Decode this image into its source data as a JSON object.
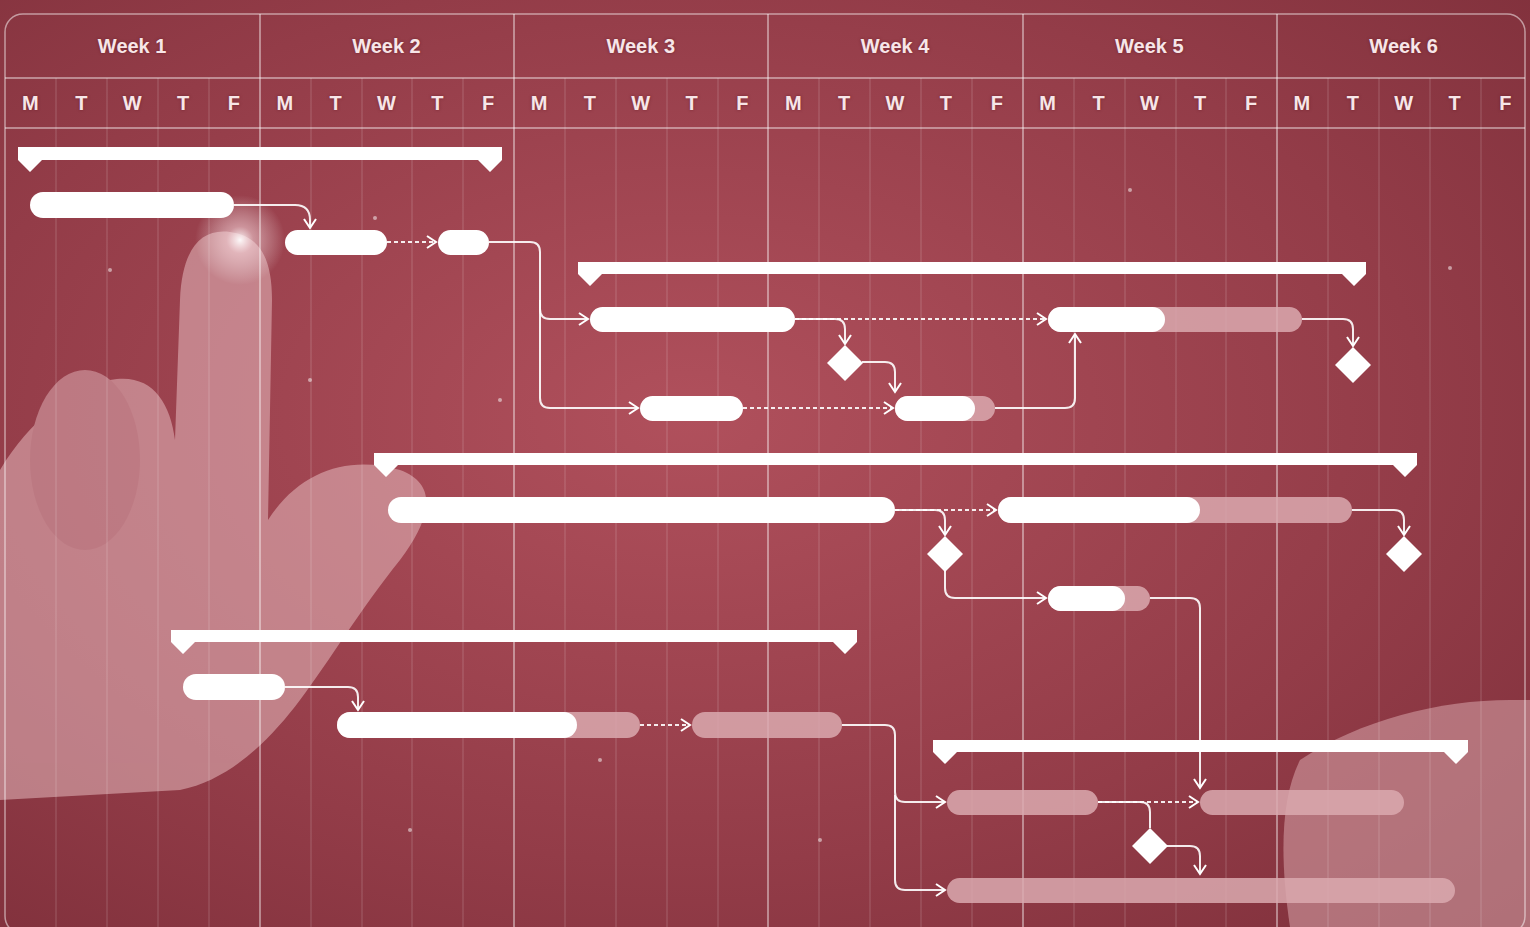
{
  "diagram": {
    "labels": [
      "Week 1",
      "Week 2",
      "Week 3",
      "Week 4",
      "Week 5",
      "Week 6",
      "M",
      "T",
      "W",
      "T",
      "F",
      "M",
      "T",
      "W",
      "T",
      "F",
      "M",
      "T",
      "W",
      "T",
      "F",
      "M",
      "T",
      "W",
      "T",
      "F",
      "M",
      "T",
      "W",
      "T",
      "F",
      "M",
      "T",
      "W",
      "T",
      "F"
    ]
  }
}
